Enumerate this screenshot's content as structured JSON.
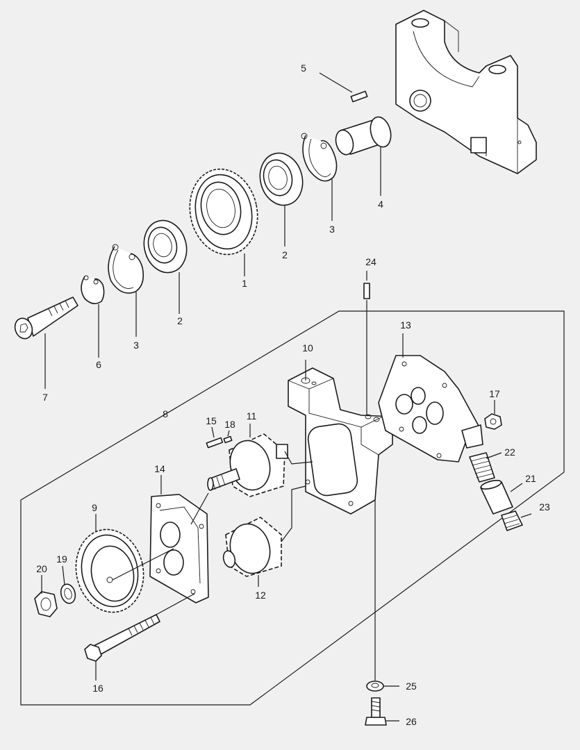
{
  "callouts": [
    {
      "id": "c1",
      "label": "1"
    },
    {
      "id": "c2a",
      "label": "2"
    },
    {
      "id": "c2b",
      "label": "2"
    },
    {
      "id": "c3a",
      "label": "3"
    },
    {
      "id": "c3b",
      "label": "3"
    },
    {
      "id": "c4",
      "label": "4"
    },
    {
      "id": "c5",
      "label": "5"
    },
    {
      "id": "c6",
      "label": "6"
    },
    {
      "id": "c7",
      "label": "7"
    },
    {
      "id": "c8",
      "label": "8"
    },
    {
      "id": "c9",
      "label": "9"
    },
    {
      "id": "c10",
      "label": "10"
    },
    {
      "id": "c11",
      "label": "11"
    },
    {
      "id": "c12",
      "label": "12"
    },
    {
      "id": "c13",
      "label": "13"
    },
    {
      "id": "c14",
      "label": "14"
    },
    {
      "id": "c15",
      "label": "15"
    },
    {
      "id": "c16",
      "label": "16"
    },
    {
      "id": "c17",
      "label": "17"
    },
    {
      "id": "c18",
      "label": "18"
    },
    {
      "id": "c19",
      "label": "19"
    },
    {
      "id": "c20",
      "label": "20"
    },
    {
      "id": "c21",
      "label": "21"
    },
    {
      "id": "c22",
      "label": "22"
    },
    {
      "id": "c23",
      "label": "23"
    },
    {
      "id": "c24",
      "label": "24"
    },
    {
      "id": "c25",
      "label": "25"
    },
    {
      "id": "c26",
      "label": "26"
    }
  ],
  "colors": {
    "background": "#f0f0f0",
    "line": "#1a1a1a",
    "part_fill": "#ffffff"
  }
}
